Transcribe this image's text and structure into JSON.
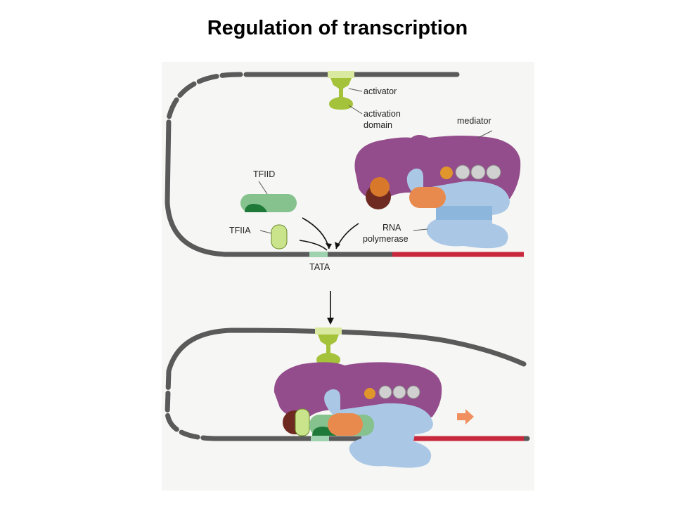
{
  "slide": {
    "title": "Regulation of transcription"
  },
  "labels": {
    "activator": "activator",
    "activation_domain_line1": "activation",
    "activation_domain_line2": "domain",
    "mediator": "mediator",
    "tfiid": "TFIID",
    "tfiia": "TFIIA",
    "rna_polymerase_line1": "RNA",
    "rna_polymerase_line2": "polymerase",
    "tata": "TATA"
  },
  "colors": {
    "dna": "#5a5a5a",
    "gene_body": "#c8283c",
    "tata_box": "#9fd3b0",
    "activator_site": "#d9eaa0",
    "activator": "#a4c23a",
    "mediator": "#944d8c",
    "rna_polymerase": "#aac8e6",
    "tfiid": "#86c28e",
    "tfiia": "#c9e48a",
    "factor_orange": "#e88a4e",
    "factor_amber": "#e0962a",
    "factor_brown": "#6e2a20",
    "factor_gray": "#cfd0cf",
    "arrow_orange": "#f09060"
  }
}
